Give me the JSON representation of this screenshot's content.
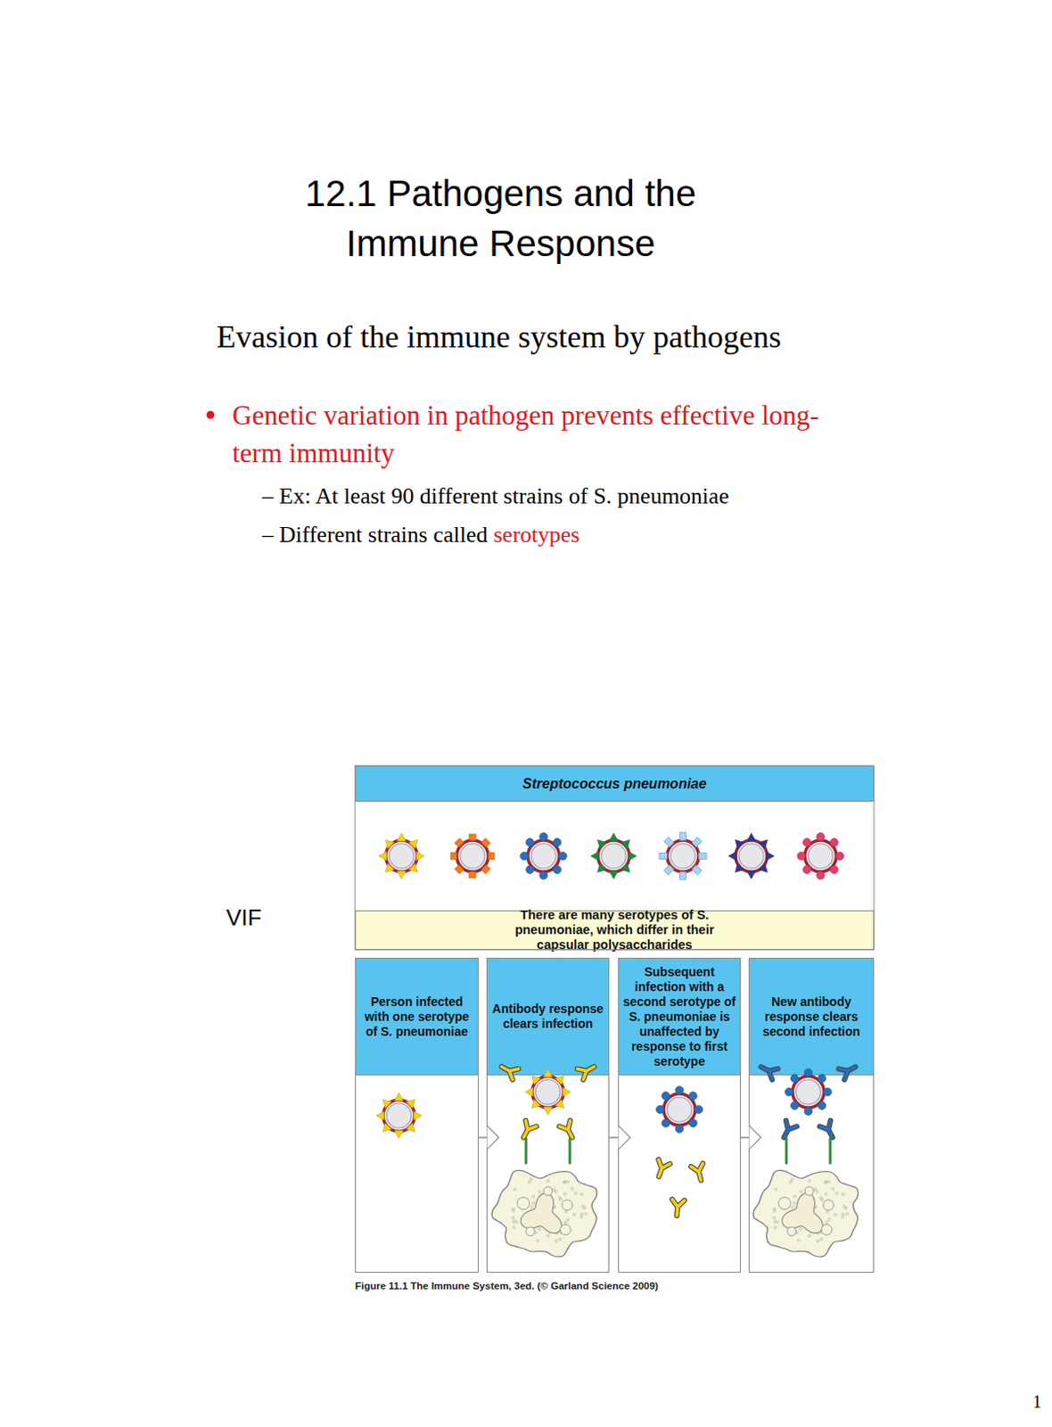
{
  "diagram": {
    "title": "12.1 Pathogens and the Immune Response",
    "caption": "Figure 11.1 The Immune System, 3ed. (© Garland Science 2009)",
    "nodes": [
      {
        "text": [
          "Streptococcus pneumoniae"
        ]
      },
      {
        "text": [
          "There are many serotypes of S. pneumoniae, which differ in their capsular polysaccharides"
        ]
      },
      {
        "text": [
          "Person infected with one serotype of S. pneumoniae"
        ]
      },
      {
        "text": [
          "Antibody response clears infection"
        ]
      },
      {
        "text": [
          "Subsequent infection with a second serotype of S. pneumoniae is unaffected by response to first serotype"
        ]
      },
      {
        "text": [
          "New antibody response clears second infection"
        ]
      }
    ],
    "edges": [
      {
        "from": 2,
        "to": 3,
        "arrow": "to"
      },
      {
        "from": 3,
        "to": 4,
        "arrow": "to"
      },
      {
        "from": 4,
        "to": 5,
        "arrow": "to"
      }
    ],
    "labels": [
      "Evasion of the immune system by pathogens",
      "Genetic variation in pathogen prevents effective long-term immunity",
      "– Ex: At least 90 different strains of S. pneumoniae",
      "– Different strains called",
      "serotypes",
      "VIF",
      "1"
    ]
  }
}
